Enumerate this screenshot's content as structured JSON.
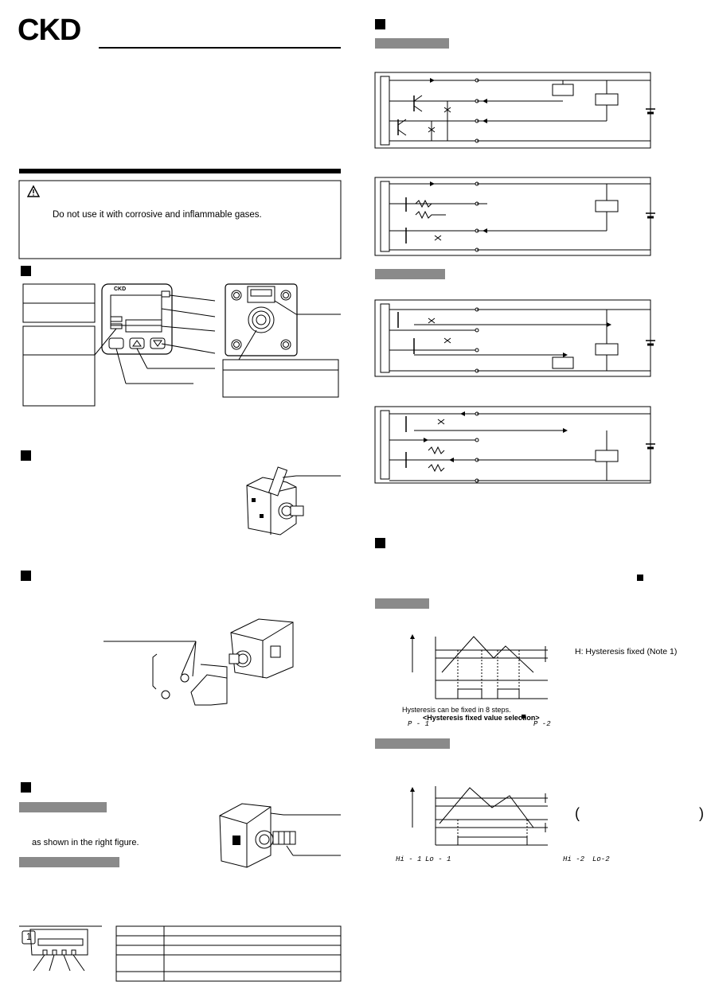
{
  "header": {
    "brand": "CKD"
  },
  "warning": {
    "text": "Do not use it with corrosive and inflammable gases."
  },
  "front_panel": {
    "brand": "CKD"
  },
  "wiring": {
    "text": "as shown in the right figure."
  },
  "hysteresis_mode": {
    "legend": "H: Hysteresis fixed (Note 1)",
    "note_line1": "Hysteresis can be fixed in 8 steps.",
    "note_line2": "<Hysteresis fixed value selection>",
    "code1": "P - 1",
    "code2": "P -2"
  },
  "window_mode": {
    "bracket": "(                              )",
    "code_hi1": "Hi - 1",
    "code_lo1": "Lo - 1",
    "code_hi2": "Hi -2",
    "code_lo2": "Lo-2"
  },
  "connector": {
    "pin_label": "1"
  }
}
